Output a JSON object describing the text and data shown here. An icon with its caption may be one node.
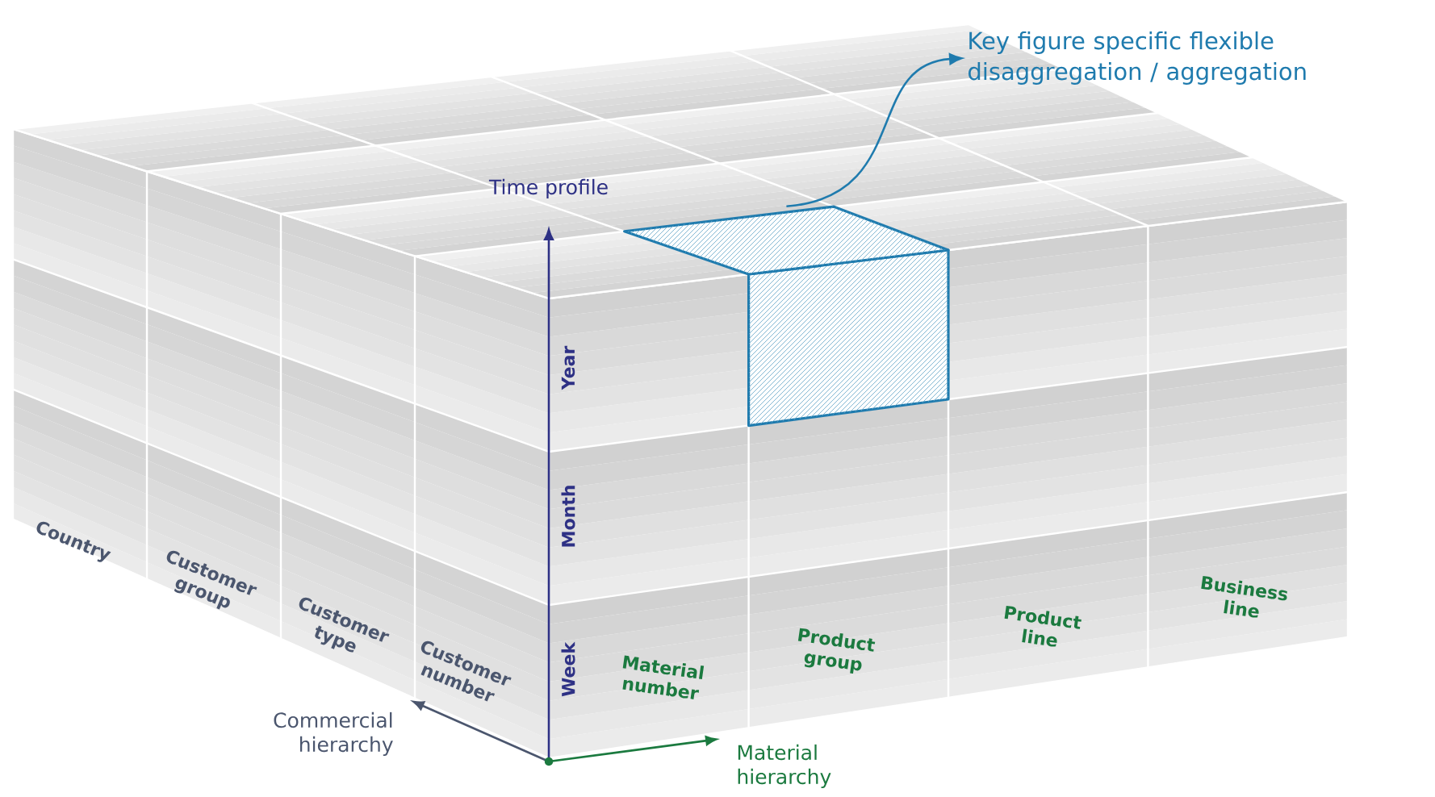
{
  "diagram": {
    "nodes": [
      {
        "text": [],
        "shape": "box"
      },
      {
        "text": [
          "Key figure specific flexible disaggregation / aggregation"
        ]
      }
    ],
    "edges": [
      {
        "from": 0,
        "to": 1,
        "arrow": "to"
      }
    ],
    "labels": [
      "Time profile",
      "Year",
      "Month",
      "Country",
      "Customer group",
      "Customer type",
      "Customer number",
      "Week",
      "Material number",
      "Product group",
      "Product line",
      "Business line",
      "Commercial hierarchy",
      "Material hierarchy"
    ]
  }
}
